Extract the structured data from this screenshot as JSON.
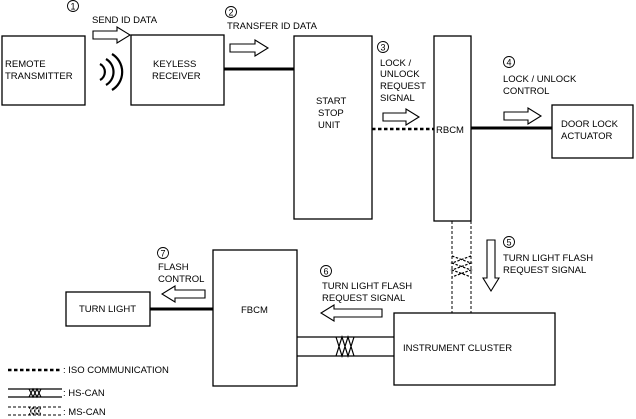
{
  "components": {
    "remote_transmitter": [
      "REMOTE",
      "TRANSMITTER"
    ],
    "keyless_receiver": [
      "KEYLESS",
      "RECEIVER"
    ],
    "start_stop_unit": [
      "START",
      "STOP",
      "UNIT"
    ],
    "rbcm": [
      "RBCM"
    ],
    "door_lock_actuator": [
      "DOOR LOCK",
      "ACTUATOR"
    ],
    "turn_light": [
      "TURN LIGHT"
    ],
    "fbcm": [
      "FBCM"
    ],
    "instrument_cluster": [
      "INSTRUMENT CLUSTER"
    ]
  },
  "steps": [
    {
      "num": "1",
      "label": [
        "SEND ID DATA"
      ]
    },
    {
      "num": "2",
      "label": [
        "TRANSFER ID DATA"
      ]
    },
    {
      "num": "3",
      "label": [
        "LOCK /",
        "UNLOCK",
        "REQUEST",
        "SIGNAL"
      ]
    },
    {
      "num": "4",
      "label": [
        "LOCK / UNLOCK",
        "CONTROL"
      ]
    },
    {
      "num": "5",
      "label": [
        "TURN LIGHT FLASH",
        "REQUEST SIGNAL"
      ]
    },
    {
      "num": "6",
      "label": [
        "TURN LIGHT FLASH",
        "REQUEST SIGNAL"
      ]
    },
    {
      "num": "7",
      "label": [
        "FLASH",
        "CONTROL"
      ]
    }
  ],
  "legend": [
    {
      "type": "iso",
      "label": ": ISO COMMUNICATION"
    },
    {
      "type": "hs-can",
      "label": ": HS-CAN"
    },
    {
      "type": "ms-can",
      "label": ": MS-CAN"
    }
  ]
}
